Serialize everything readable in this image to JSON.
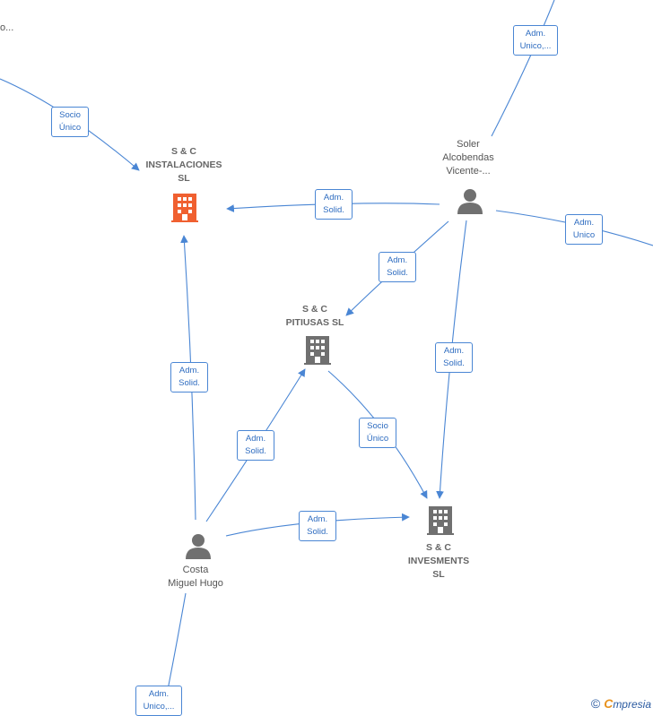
{
  "nodes": {
    "sc_instalaciones": {
      "lines": [
        "S & C",
        "INSTALACIONES",
        "SL"
      ],
      "color": "#f06030",
      "type": "company"
    },
    "sc_pitiusas": {
      "lines": [
        "S & C",
        "PITIUSAS  SL"
      ],
      "color": "#707070",
      "type": "company"
    },
    "sc_invesments": {
      "lines": [
        "S & C",
        "INVESMENTS",
        "SL"
      ],
      "color": "#707070",
      "type": "company"
    },
    "soler": {
      "lines": [
        "Soler",
        "Alcobendas",
        "Vicente-..."
      ],
      "color": "#707070",
      "type": "person"
    },
    "costa": {
      "lines": [
        "Costa",
        "Miguel Hugo"
      ],
      "color": "#707070",
      "type": "person"
    }
  },
  "edge_labels": {
    "top_left_socio": [
      "Socio",
      "Único"
    ],
    "soler_instalaciones": [
      "Adm.",
      "Solid."
    ],
    "soler_pitiusas": [
      "Adm.",
      "Solid."
    ],
    "soler_invesments": [
      "Adm.",
      "Solid."
    ],
    "soler_top": [
      "Adm.",
      "Unico,..."
    ],
    "soler_right": [
      "Adm.",
      "Unico"
    ],
    "costa_instalaciones": [
      "Adm.",
      "Solid."
    ],
    "costa_pitiusas": [
      "Adm.",
      "Solid."
    ],
    "costa_invesments": [
      "Adm.",
      "Solid."
    ],
    "pitiusas_invesments": [
      "Socio",
      "Único"
    ],
    "costa_bottom": [
      "Adm.",
      "Unico,..."
    ]
  },
  "cut_text": "o...",
  "footer": {
    "copyright": "©",
    "brand_initial": "C",
    "brand_rest": "mpresia"
  },
  "colors": {
    "edge": "#4a86d4",
    "company_main": "#f06030",
    "company": "#707070",
    "person": "#707070"
  }
}
